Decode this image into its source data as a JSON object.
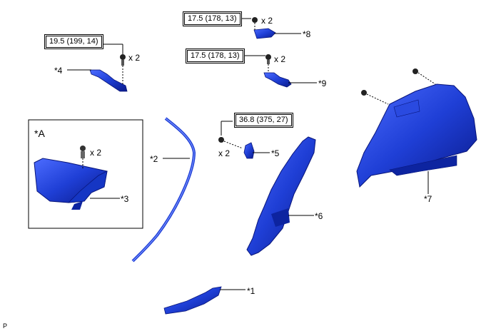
{
  "torque": {
    "t1": "19.5 (199, 14)",
    "t2": "17.5 (178, 13)",
    "t3": "17.5 (178, 13)",
    "t4": "36.8 (375, 27)"
  },
  "qty": {
    "q_upper_left": "x 2",
    "q_top": "x 2",
    "q_mid": "x 2",
    "q_detail": "x 2",
    "q_center": "x 2"
  },
  "callouts": {
    "c1": "*1",
    "c2": "*2",
    "c3": "*3",
    "c4": "*4",
    "c5": "*5",
    "c6": "*6",
    "c7": "*7",
    "c8": "*8",
    "c9": "*9"
  },
  "detail": {
    "label": "*A"
  },
  "footer": {
    "code": "P"
  },
  "colors": {
    "part_blue": "#1f3fd6",
    "part_dark": "#0a1a8a",
    "line": "#000000"
  }
}
